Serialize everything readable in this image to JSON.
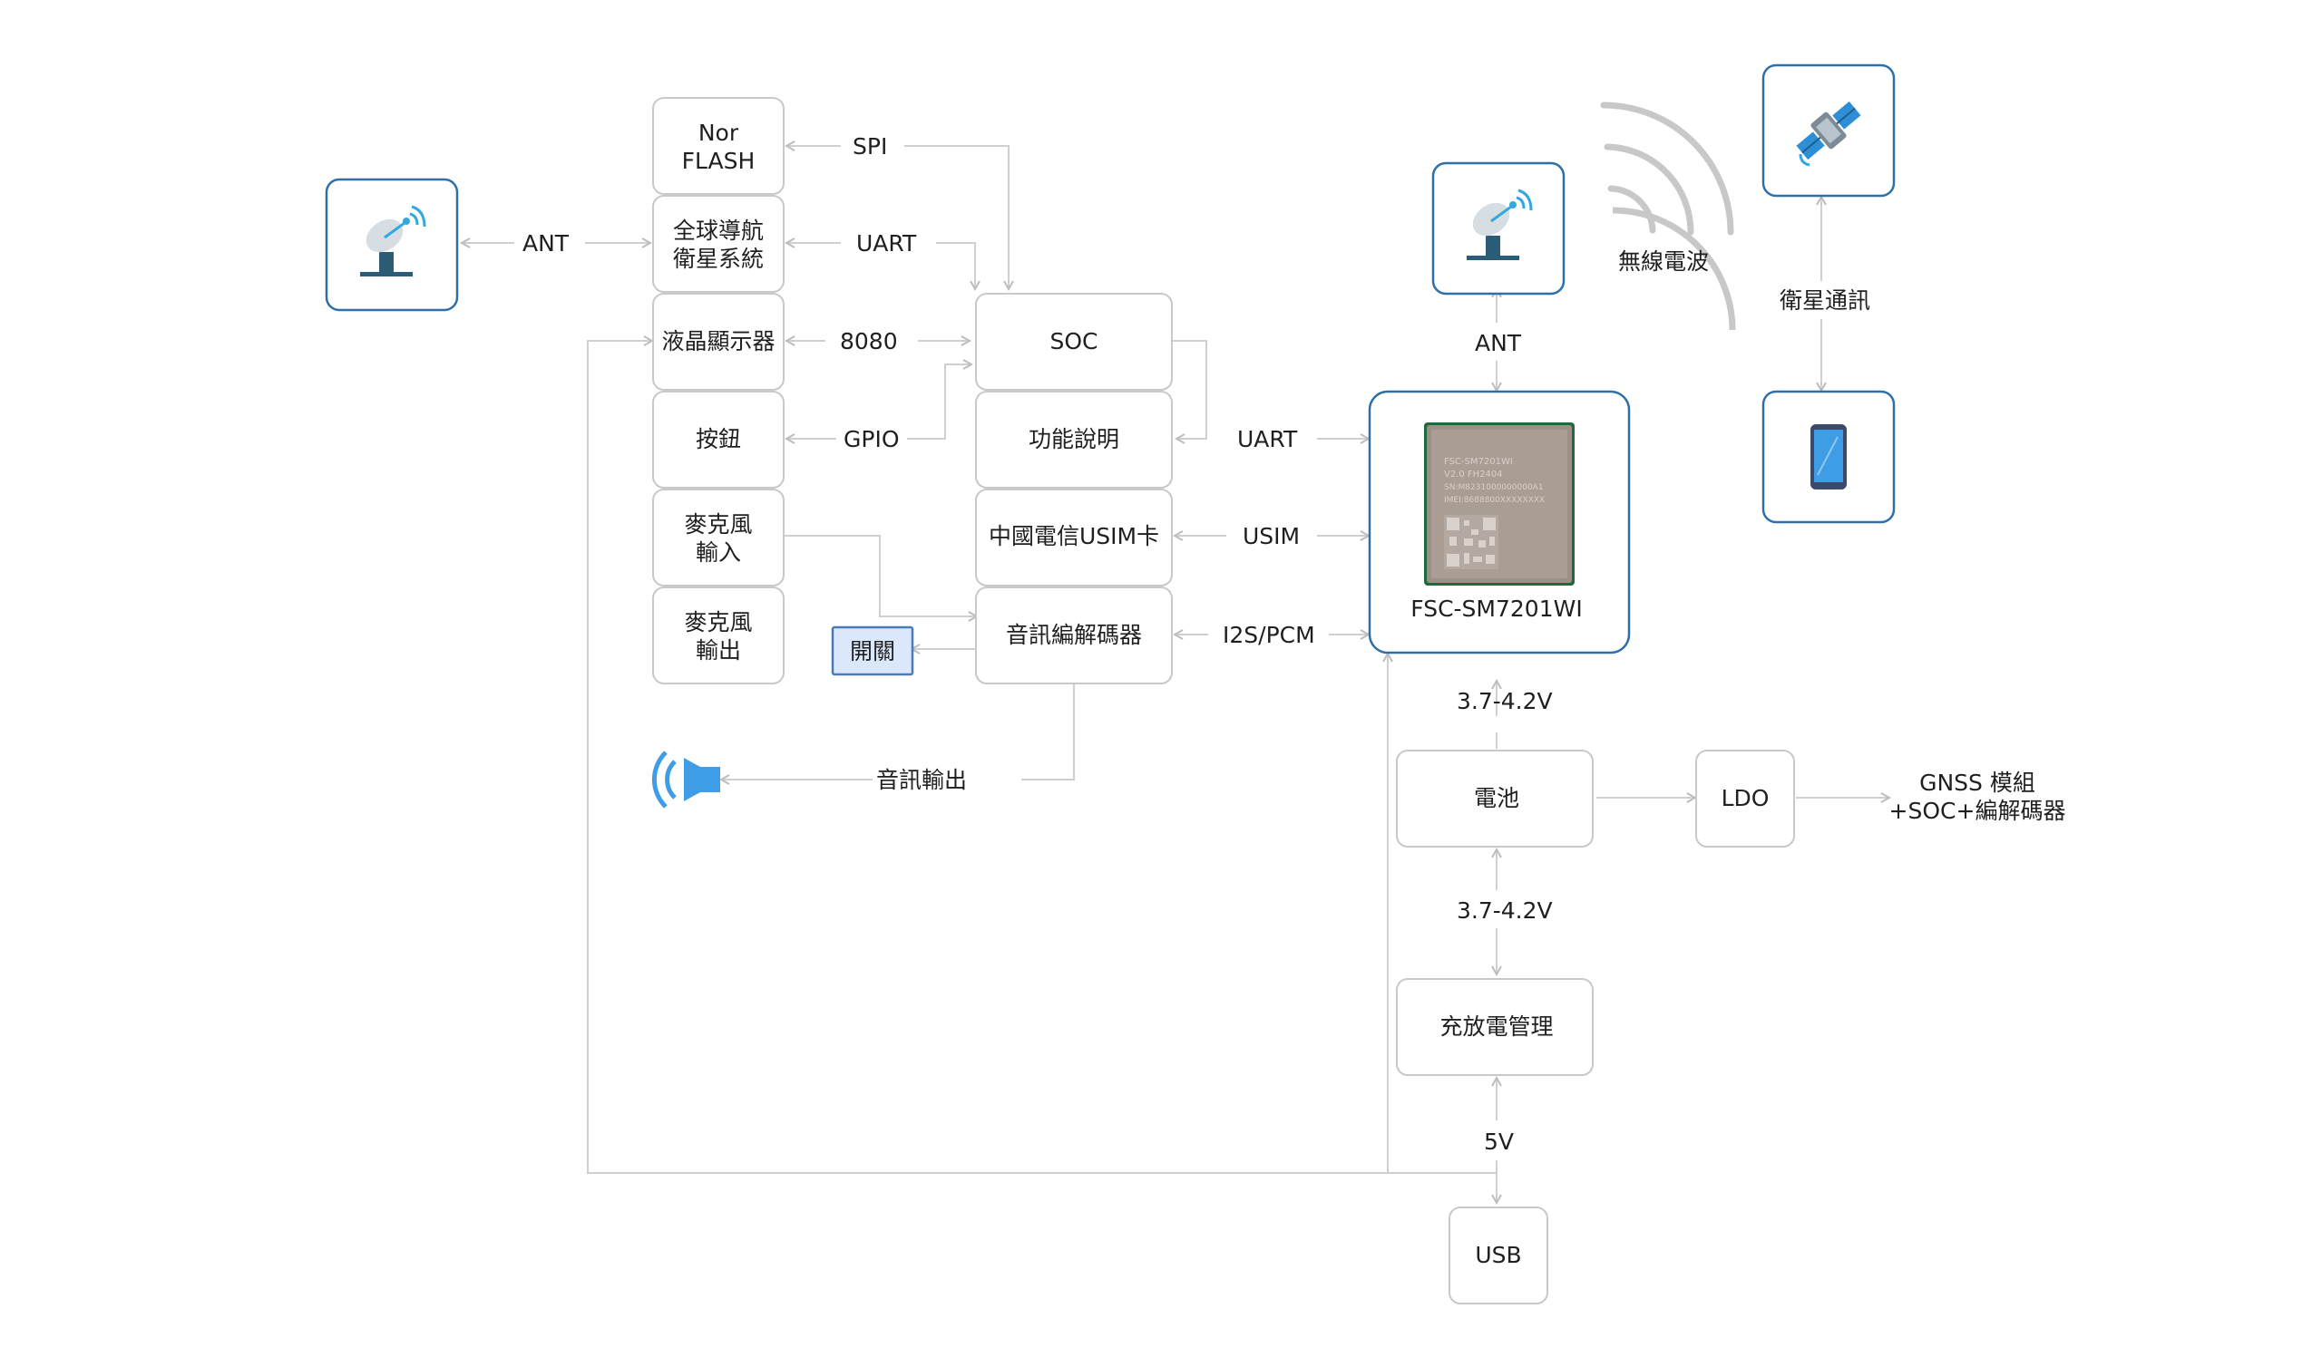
{
  "blocks": {
    "nor_flash": [
      "Nor",
      "FLASH"
    ],
    "gnss": [
      "全球導航",
      "衛星系統"
    ],
    "lcd": "液晶顯示器",
    "buttons": "按鈕",
    "mic_in": [
      "麥克風",
      "輸入"
    ],
    "mic_out": [
      "麥克風",
      "輸出"
    ],
    "switch": "開關",
    "soc": "SOC",
    "function": "功能說明",
    "usim": "中國電信USIM卡",
    "codec": "音訊編解碼器",
    "module_name": "FSC-SM7201WI",
    "battery": "電池",
    "ldo": "LDO",
    "charge_mgmt": "充放電管理",
    "usb": "USB"
  },
  "chip_markings": [
    "FSC-SM7201WI",
    "V2.0 FH2404",
    "SN:M8231000000000A1",
    "IMEI:8688800XXXXXXXX"
  ],
  "labels": {
    "ant_left": "ANT",
    "spi": "SPI",
    "uart_gnss": "UART",
    "bus_8080": "8080",
    "gpio": "GPIO",
    "uart_module": "UART",
    "usim_if": "USIM",
    "i2s": "I2S/PCM",
    "audio_out": "音訊輸出",
    "ant_right": "ANT",
    "radio_waves": "無線電波",
    "sat_comm": "衛星通訊",
    "v_module": "3.7-4.2V",
    "v_batt": "3.7-4.2V",
    "v_usb": "5V",
    "ldo_out": [
      "GNSS 模組",
      "+SOC+編解碼器"
    ]
  },
  "icons": {
    "left_antenna": "satellite-dish-icon",
    "right_antenna": "satellite-dish-icon",
    "satellite": "satellite-icon",
    "phone": "smartphone-icon",
    "speaker": "speaker-icon",
    "waves": "radio-waves-icon"
  },
  "colors": {
    "box_border": "#c9c9c9",
    "module_border": "#2e6fa6",
    "switch_fill": "#dbe8fb",
    "connector": "#cfcfcf"
  }
}
